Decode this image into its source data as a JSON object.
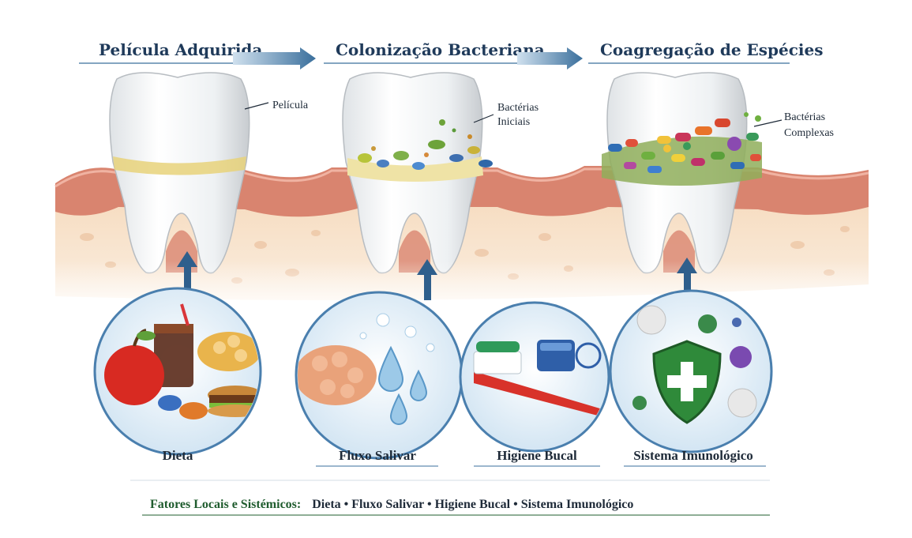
{
  "stages": [
    {
      "title": "Película Adquirida",
      "callout": [
        "Película"
      ]
    },
    {
      "title": "Colonização Bacteriana",
      "callout": [
        "Bactérias",
        "Iniciais"
      ]
    },
    {
      "title": "Coagregação de Espécies",
      "callout": [
        "Bactérias",
        "Complexas"
      ]
    }
  ],
  "factors": [
    {
      "label": "Dieta",
      "icon": "food-icon"
    },
    {
      "label": "Fluxo Salivar",
      "icon": "saliva-drops-icon"
    },
    {
      "label": "Higiene Bucal",
      "icon": "toothbrush-icon"
    },
    {
      "label": "Sistema Imunológico",
      "icon": "shield-icon"
    }
  ],
  "footer": {
    "prefix": "Fatores Locais e Sistémicos:",
    "items": "Dieta • Fluxo Salivar • Higiene Bucal • Sistema Imunológico"
  },
  "colors": {
    "title": "#1f3a5a",
    "arrow": "#3a6f9c",
    "footer_prefix": "#1f5c2e",
    "gum": "#d9846f",
    "bone": "#f3d6b5"
  }
}
